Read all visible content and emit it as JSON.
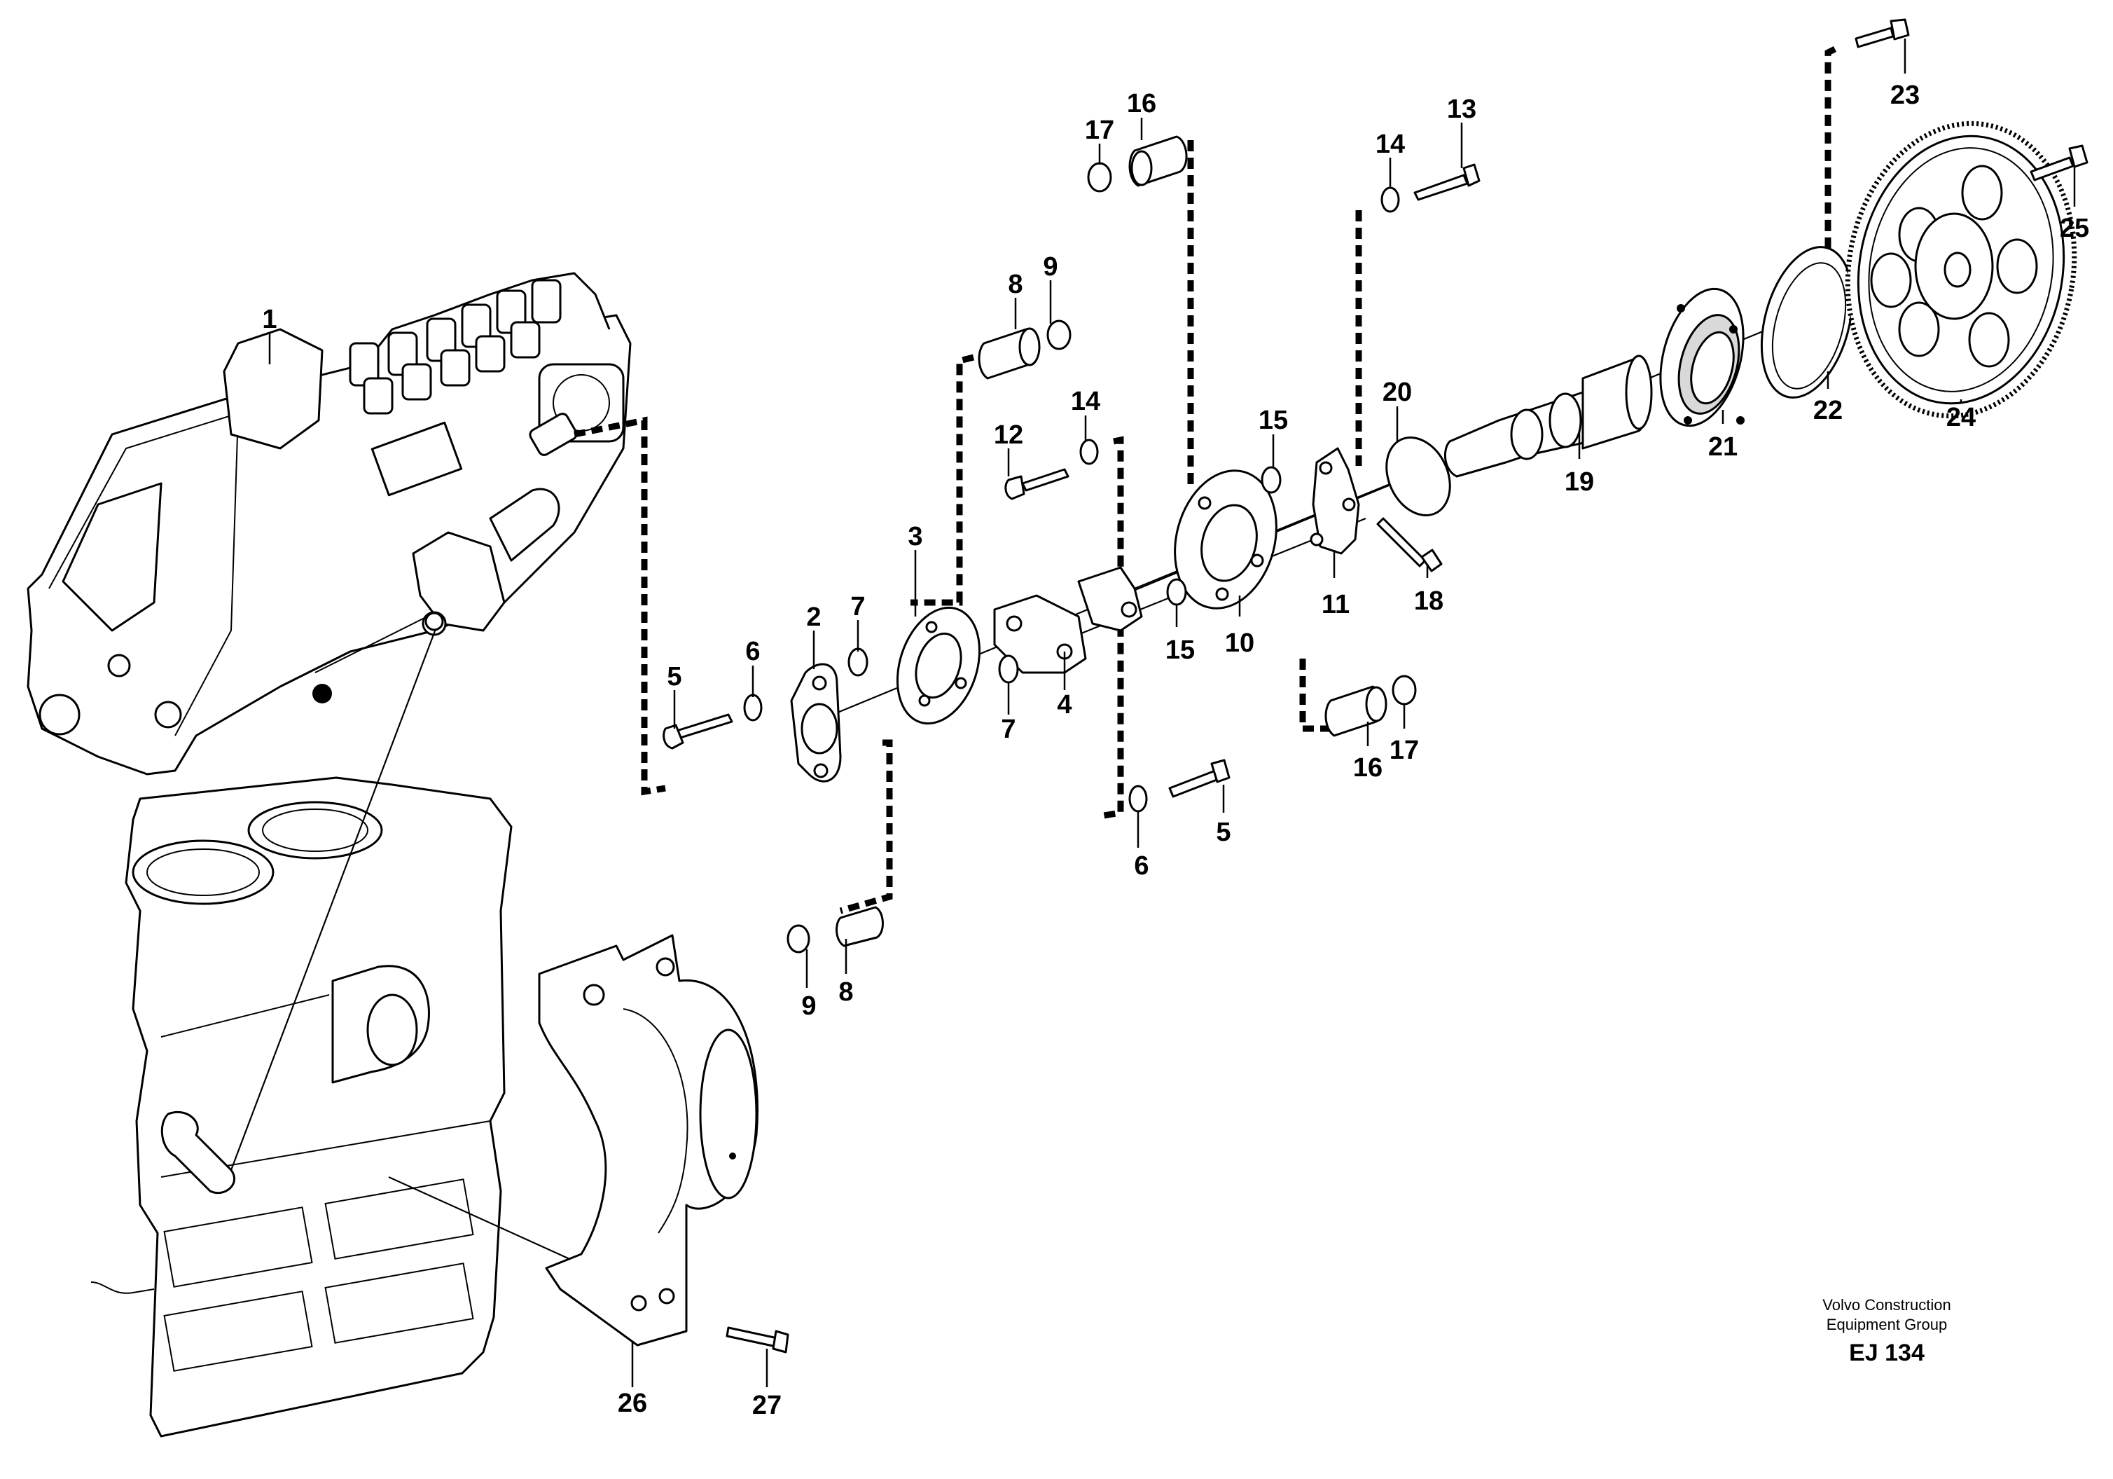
{
  "footer": {
    "company_line1": "Volvo Construction",
    "company_line2": "Equipment Group",
    "drawing_code": "EJ 134"
  },
  "callouts": {
    "c1": "1",
    "c2": "2",
    "c3": "3",
    "c4": "4",
    "c5a": "5",
    "c5b": "5",
    "c6a": "6",
    "c6b": "6",
    "c7a": "7",
    "c7b": "7",
    "c8a": "8",
    "c8b": "8",
    "c9a": "9",
    "c9b": "9",
    "c10": "10",
    "c11": "11",
    "c12": "12",
    "c13": "13",
    "c14a": "14",
    "c14b": "14",
    "c15a": "15",
    "c15b": "15",
    "c16a": "16",
    "c16b": "16",
    "c17a": "17",
    "c17b": "17",
    "c18": "18",
    "c19": "19",
    "c20": "20",
    "c21": "21",
    "c22": "22",
    "c23": "23",
    "c24": "24",
    "c25": "25",
    "c26": "26",
    "c27": "27"
  }
}
